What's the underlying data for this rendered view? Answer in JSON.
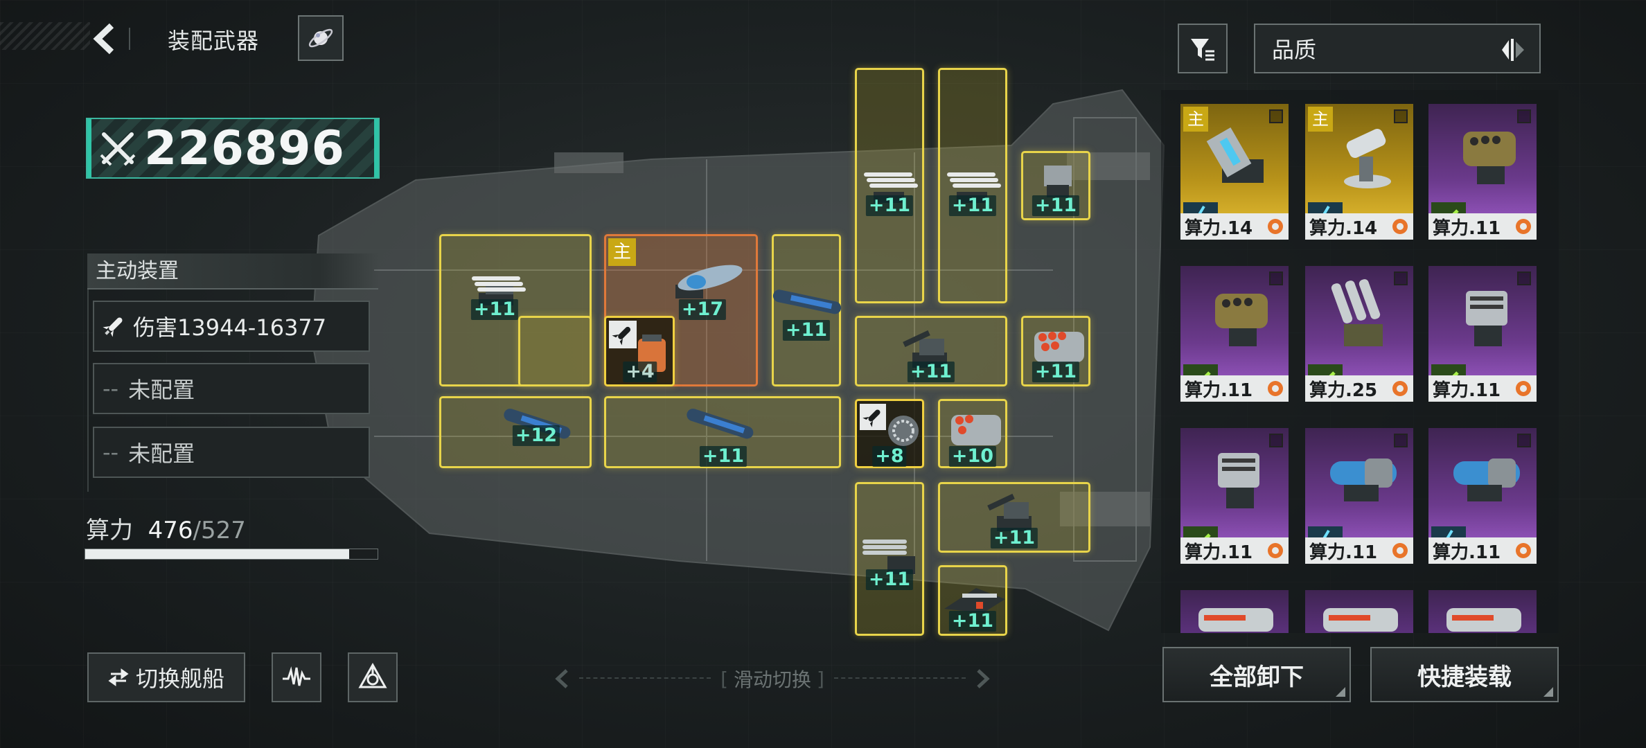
{
  "header": {
    "title": "装配武器"
  },
  "power": {
    "value": "226896"
  },
  "active_equipment": {
    "title": "主动装置",
    "slots": [
      {
        "text": "伤害13944-16377",
        "state": "equipped",
        "icon": "rocket-icon"
      },
      {
        "text": "未配置",
        "prefix": "--",
        "state": "empty"
      },
      {
        "text": "未配置",
        "prefix": "--",
        "state": "empty"
      }
    ]
  },
  "compute": {
    "label": "算力",
    "used": "476",
    "total": "/527",
    "fraction": 0.903
  },
  "bottom_left": {
    "switch_ship_label": "切换舰船",
    "swipe_hint": "滑动切换"
  },
  "modules": [
    {
      "level": "+11"
    },
    {
      "level": "+17",
      "main_tag": "主"
    },
    {
      "level": "+11"
    },
    {
      "level": "+11"
    },
    {
      "level": "+11"
    },
    {
      "level": "+11"
    },
    {
      "level": "+4"
    },
    {
      "level": "+11"
    },
    {
      "level": "+12"
    },
    {
      "level": "+11"
    },
    {
      "level": "+11"
    },
    {
      "level": "+8"
    },
    {
      "level": "+10"
    },
    {
      "level": "+11"
    },
    {
      "level": "+11"
    },
    {
      "level": "+11"
    }
  ],
  "inventory": {
    "sort_label": "品质",
    "items": [
      {
        "cost": "算力.14",
        "rarity": "gold",
        "main_tag": "主",
        "type": "lightning"
      },
      {
        "cost": "算力.14",
        "rarity": "gold",
        "main_tag": "主",
        "type": "lightning"
      },
      {
        "cost": "算力.11",
        "rarity": "purple",
        "type": "arrow"
      },
      {
        "cost": "算力.11",
        "rarity": "purple",
        "type": "arrow"
      },
      {
        "cost": "算力.25",
        "rarity": "purple",
        "type": "arrow"
      },
      {
        "cost": "算力.11",
        "rarity": "purple",
        "type": "arrow"
      },
      {
        "cost": "算力.11",
        "rarity": "purple",
        "type": "arrow"
      },
      {
        "cost": "算力.11",
        "rarity": "purple",
        "type": "lightning"
      },
      {
        "cost": "算力.11",
        "rarity": "purple",
        "type": "lightning"
      }
    ],
    "unload_all_label": "全部卸下",
    "quick_equip_label": "快捷装载"
  },
  "colors": {
    "accent_teal": "#2fc5a8",
    "module_yellow": "#e8d44a",
    "module_orange": "#e0793a",
    "rarity_gold": "#b8931a",
    "rarity_purple": "#6b3a8c",
    "level_text": "#6ff0d0"
  }
}
